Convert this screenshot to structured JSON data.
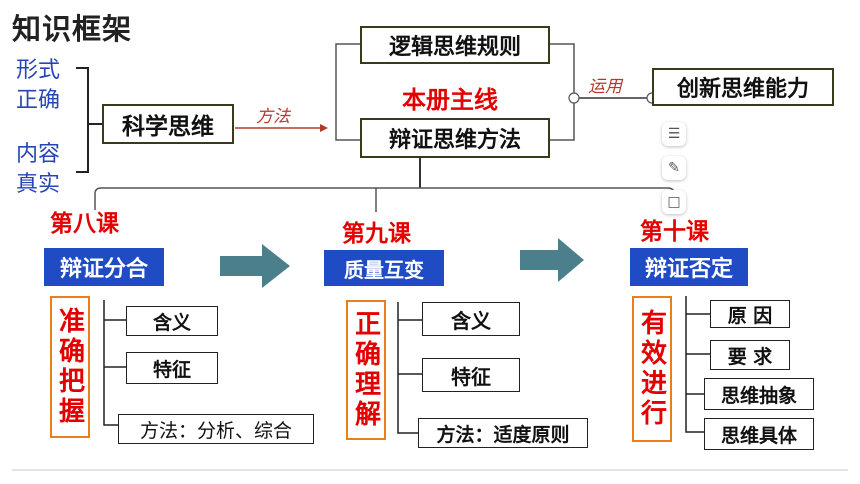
{
  "title": "知识框架",
  "left_labels": {
    "form": "形式",
    "form2": "正确",
    "content": "内容",
    "content2": "真实"
  },
  "science_box": "科学思维",
  "method_note": "方法",
  "rule_box": "逻辑思维规则",
  "main_line": "本册主线",
  "dialectic_box": "辩证思维方法",
  "use_note": "运用",
  "innovate_box": "创新思维能力",
  "lessons": [
    {
      "lesson": "第八课",
      "topic": "辩证分合",
      "side": "准确把握",
      "items": [
        "含义",
        "特征",
        "方法：分析、综合"
      ]
    },
    {
      "lesson": "第九课",
      "topic": "质量互变",
      "side": "正确理解",
      "items": [
        "含义",
        "特征",
        "方法：适度原则"
      ]
    },
    {
      "lesson": "第十课",
      "topic": "辩证否定",
      "side": "有效进行",
      "items": [
        "原 因",
        "要 求",
        "思维抽象",
        "思维具体"
      ]
    }
  ],
  "toolbar": [
    "layers-icon",
    "pen-icon",
    "frame-icon"
  ]
}
